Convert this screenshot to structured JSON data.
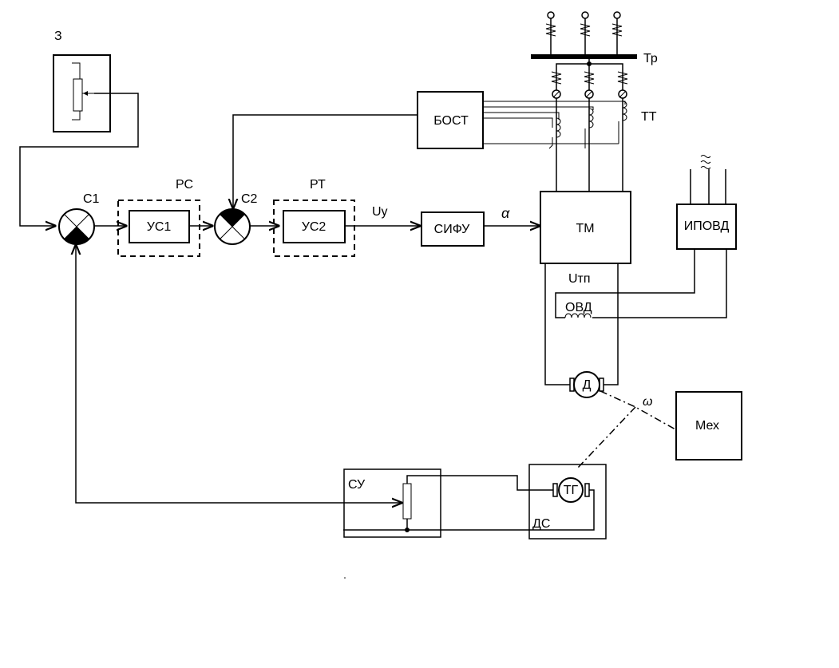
{
  "labels": {
    "setter": "З",
    "c1": "С1",
    "c2": "С2",
    "rs": "РС",
    "rt": "РТ",
    "us1": "УС1",
    "us2": "УС2",
    "uy": "Uy",
    "sifu": "СИФУ",
    "alpha": "α",
    "tm": "ТМ",
    "bost": "БОСТ",
    "tr": "Тр",
    "tt": "ТТ",
    "ipovd": "ИПОВД",
    "utp": "Uтп",
    "ovd": "ОВД",
    "d": "Д",
    "omega": "ω",
    "mex": "Мех",
    "su": "СУ",
    "tg": "ТГ",
    "ds": "ДС"
  }
}
